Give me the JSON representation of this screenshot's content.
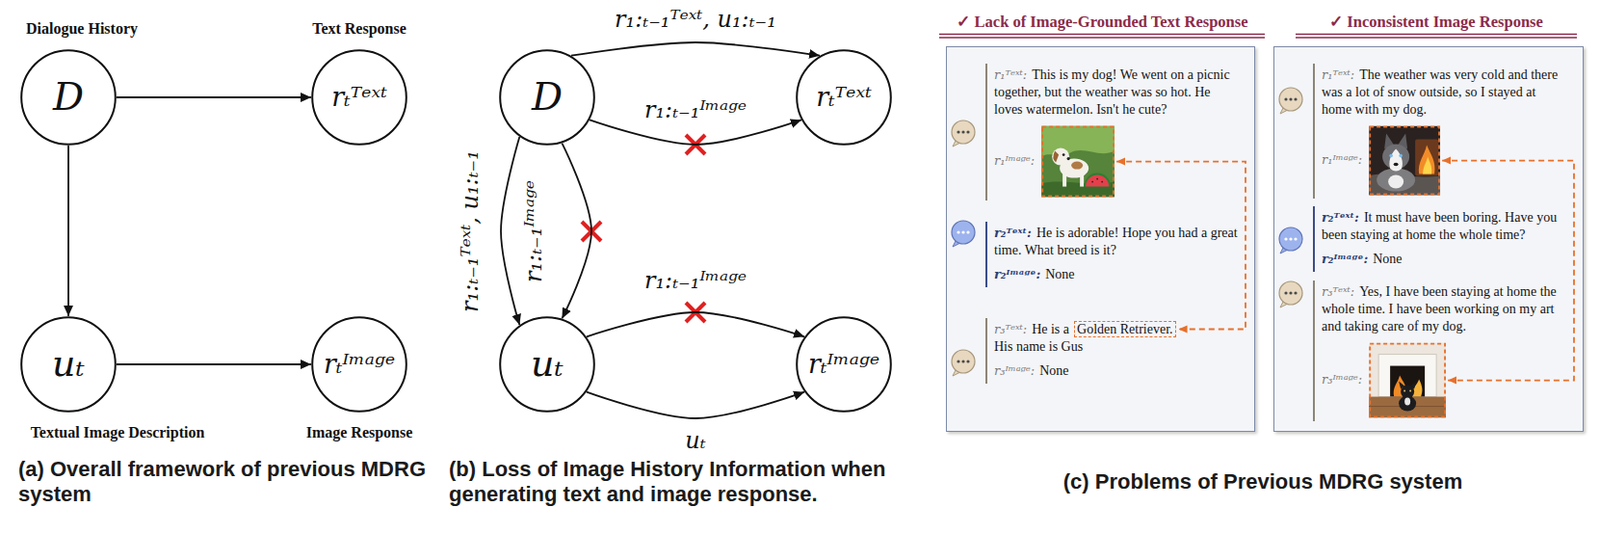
{
  "diagram": {
    "nodes": [
      {
        "text": [
          "Dialogue History",
          "D"
        ]
      },
      {
        "text": [
          "Text Response",
          "rₜᵀᵉˣᵗ"
        ]
      },
      {
        "text": [
          "uₜ",
          "Textual Image Description"
        ]
      },
      {
        "text": [
          "rₜᴵᵐᵃᵍᵉ",
          "Image Response"
        ]
      },
      {
        "text": [
          "D"
        ]
      },
      {
        "text": [
          "rₜᵀᵉˣᵗ"
        ]
      },
      {
        "text": [
          "uₜ"
        ]
      },
      {
        "text": [
          "rₜᴵᵐᵃᵍᵉ"
        ]
      },
      {
        "text": [
          "✓ Lack of Image-Grounded Text Response"
        ]
      },
      {
        "text": [
          "r₁ᵀᵉˣᵗ:",
          "This is my dog! We went on a picnic together, but the weather was so hot. He loves watermelon. Isn't he cute?",
          "r₁ᴵᵐᵃᵍᵉ:"
        ],
        "in": 8
      },
      {
        "text": [
          "r₂ᵀᵉˣᵗ:",
          "He is adorable! Hope you had a great time. What breed is it?",
          "r₂ᴵᵐᵃᵍᵉ:",
          "None"
        ],
        "in": 8
      },
      {
        "text": [
          "r₃ᵀᵉˣᵗ:",
          "He is a",
          "Golden Retriever.",
          "His name is Gus",
          "r₃ᴵᵐᵃᵍᵉ:",
          "None"
        ],
        "in": 8
      },
      {
        "text": [
          "✓ Inconsistent Image Response"
        ]
      },
      {
        "text": [
          "r₁ᵀᵉˣᵗ:",
          "The weather was very cold and there was a lot of snow outside, so I stayed at home with my dog.",
          "r₁ᴵᵐᵃᵍᵉ:"
        ],
        "in": 12
      },
      {
        "text": [
          "r₂ᵀᵉˣᵗ:",
          "It must have been boring. Have you been staying at home the whole time?",
          "r₂ᴵᵐᵃᵍᵉ:",
          "None"
        ],
        "in": 12
      },
      {
        "text": [
          "r₃ᵀᵉˣᵗ:",
          "Yes, I have been staying at home the whole time. I have been working on my art and taking care of my dog.",
          "r₃ᴵᵐᵃᵍᵉ:"
        ],
        "in": 12
      }
    ],
    "edges": [
      {
        "from": 0,
        "to": 1,
        "arrow": "to"
      },
      {
        "from": 0,
        "to": 2,
        "arrow": "to"
      },
      {
        "from": 2,
        "to": 3,
        "arrow": "to"
      },
      {
        "from": 4,
        "to": 5,
        "label": "r₁:ₜ₋₁ᵀᵉˣᵗ, u₁:ₜ₋₁",
        "arrow": "to"
      },
      {
        "from": 4,
        "to": 5,
        "label": "r₁:ₜ₋₁ᴵᵐᵃᵍᵉ",
        "arrow": "to"
      },
      {
        "from": 4,
        "to": 6,
        "label": "r₁:ₜ₋₁ᵀᵉˣᵗ, u₁:ₜ₋₁",
        "arrow": "to"
      },
      {
        "from": 4,
        "to": 6,
        "label": "r₁:ₜ₋₁ᴵᵐᵃᵍᵉ",
        "arrow": "to"
      },
      {
        "from": 6,
        "to": 7,
        "label": "r₁:ₜ₋₁ᴵᵐᵃᵍᵉ",
        "arrow": "to"
      },
      {
        "from": 6,
        "to": 7,
        "label": "uₜ",
        "arrow": "to"
      }
    ],
    "labels": [
      "(a) Overall framework of previous MDRG system",
      "(b) Loss of Image History Information when generating text and image response.",
      "(c) Problems of Previous MDRG system"
    ]
  }
}
